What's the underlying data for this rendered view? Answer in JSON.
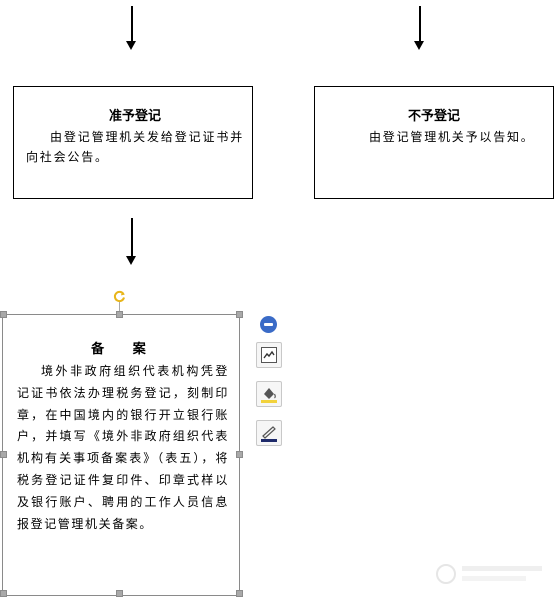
{
  "approve_box": {
    "title": "准予登记",
    "body": "由登记管理机关发给登记证书并向社会公告。"
  },
  "reject_box": {
    "title": "不予登记",
    "body": "由登记管理机关予以告知。"
  },
  "filing_box": {
    "title": "备案",
    "body": "境外非政府组织代表机构凭登记证书依法办理税务登记，刻制印章，在中国境内的银行开立银行账户，并填写《境外非政府组织代表机构有关事项备案表》（表五），将税务登记证件复印件、印章式样以及银行账户、聘用的工作人员信息报登记管理机关备案。"
  },
  "icons": {
    "rotate": "rotate-handle-icon",
    "collapse": "minus-circle-icon",
    "layout": "layout-options-icon",
    "fill": "shape-fill-icon",
    "outline": "shape-outline-icon"
  },
  "colors": {
    "line": "#000000",
    "selection": "#8a8a8a",
    "rotate_handle": "#e8b51a",
    "collapse_button": "#3a6bc7"
  }
}
